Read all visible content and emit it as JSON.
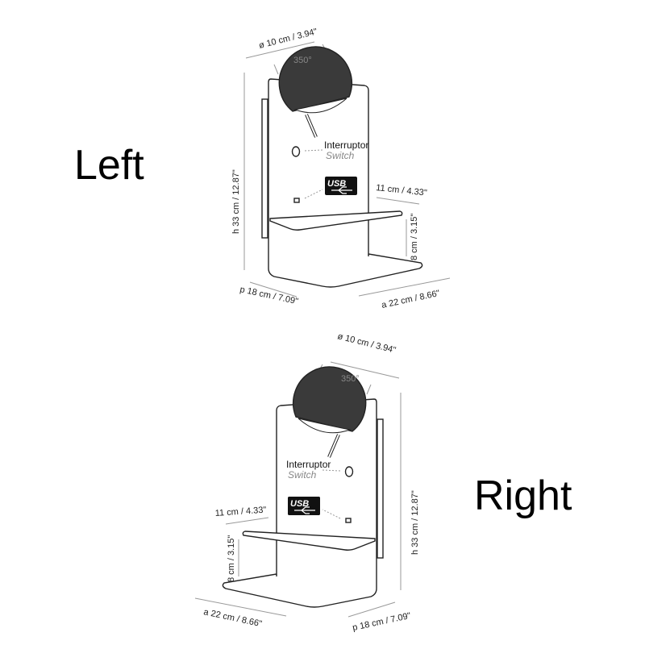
{
  "variants": [
    {
      "title": "Left",
      "diameter": "ø 10 cm / 3.94\"",
      "rotation": "350°",
      "height": "h 33 cm / 12.87\"",
      "switch_label": "Interruptor",
      "switch_label_en": "Switch",
      "usb_label": "USB",
      "shelf_width": "11 cm / 4.33\"",
      "shelf_height": "8 cm / 3.15\"",
      "depth": "p 18 cm / 7.09\"",
      "width": "a 22 cm / 8.66\""
    },
    {
      "title": "Right",
      "diameter": "ø 10 cm / 3.94\"",
      "rotation": "350°",
      "height": "h 33 cm / 12.87\"",
      "switch_label": "Interruptor",
      "switch_label_en": "Switch",
      "usb_label": "USB",
      "shelf_width": "11 cm / 4.33\"",
      "shelf_height": "8 cm / 3.15\"",
      "depth": "p 18 cm / 7.09\"",
      "width": "a 22 cm / 8.66\""
    }
  ]
}
